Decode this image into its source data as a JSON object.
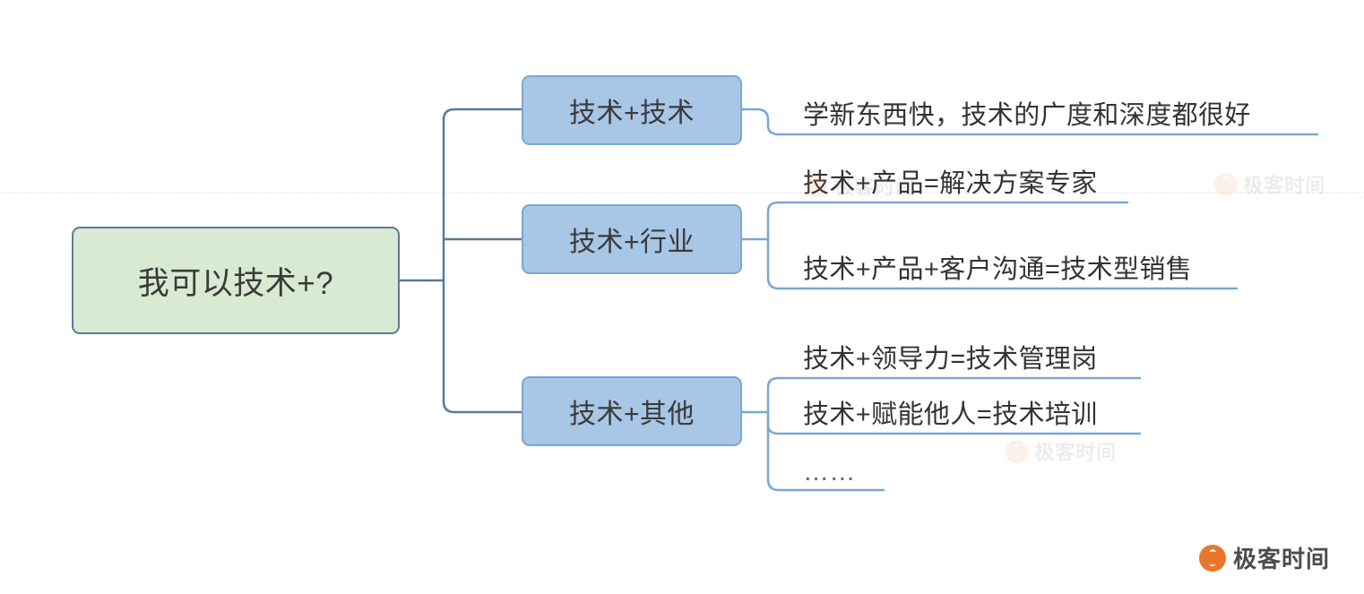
{
  "diagram": {
    "type": "mindmap",
    "root": {
      "label": "我可以技术+?",
      "fill": "#d9ead3",
      "stroke": "#5b7a96"
    },
    "branch_style": {
      "fill": "#a8c6e5",
      "stroke": "#7ba7d4"
    },
    "connector_color": "#5b7a96",
    "leaf_underline_color": "#7ba7d4",
    "branches": [
      {
        "label": "技术+技术",
        "leaves": [
          {
            "text": "学新东西快，技术的广度和深度都很好"
          }
        ]
      },
      {
        "label": "技术+行业",
        "leaves": [
          {
            "text": "技术+产品=解决方案专家"
          },
          {
            "text": "技术+产品+客户沟通=技术型销售"
          }
        ]
      },
      {
        "label": "技术+其他",
        "leaves": [
          {
            "text": "技术+领导力=技术管理岗"
          },
          {
            "text": "技术+赋能他人=技术培训"
          },
          {
            "text": "……"
          }
        ]
      }
    ]
  },
  "branding": {
    "logo_text": "极客时间",
    "logo_color": "#e8762c",
    "watermark_text": "极客时间"
  }
}
